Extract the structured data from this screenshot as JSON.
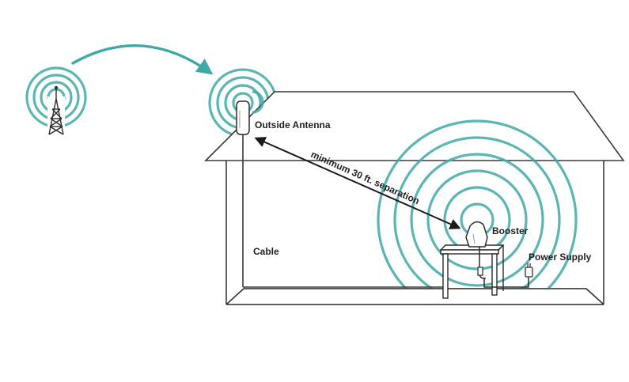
{
  "labels": {
    "outside_antenna": "Outside Antenna",
    "separation": "minimum 30 ft. separation",
    "booster": "Booster",
    "cable": "Cable",
    "power_supply": "Power Supply"
  },
  "colors": {
    "signal_teal": "#3ea9a6",
    "house_line": "#3a3a3a",
    "background": "#ffffff"
  },
  "icons": {
    "tower": "cell-tower-icon",
    "outside_antenna": "outside-antenna-icon",
    "booster": "booster-icon",
    "power_supply": "power-supply-icon"
  }
}
